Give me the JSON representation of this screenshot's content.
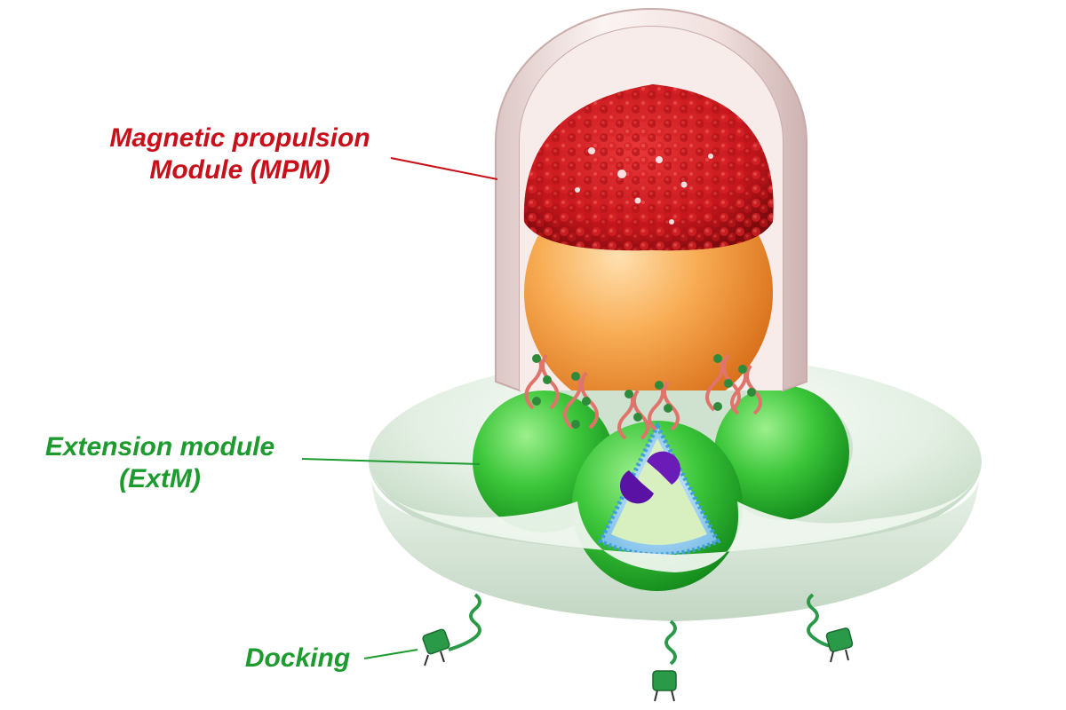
{
  "labels": {
    "mpm": {
      "line1": "Magnetic propulsion",
      "line2": "Module (MPM)"
    },
    "extm": {
      "line1": "Extension module",
      "line2": "(ExtM)"
    },
    "docking": {
      "text": "Docking"
    }
  },
  "colors": {
    "mpm_label": "#c8101a",
    "extm_label": "#1d9b2e",
    "docking_label": "#1d9b2e",
    "cap_shell": "#f3e4e2",
    "magnetic_core": "#c4161c",
    "orange_sphere": "#f6a040",
    "saucer_shell": "#e6f1e6",
    "green_sphere": "#38c838",
    "cargo_blob": "#6a1bb8",
    "dna_linker": "#e0736a",
    "docking_tether": "#2a9a48"
  },
  "icons": {
    "magnetic_core": "red-bead-cluster",
    "cargo": "purple-protein-pair",
    "linker": "dna-helix",
    "docking": "grabber-claw"
  }
}
